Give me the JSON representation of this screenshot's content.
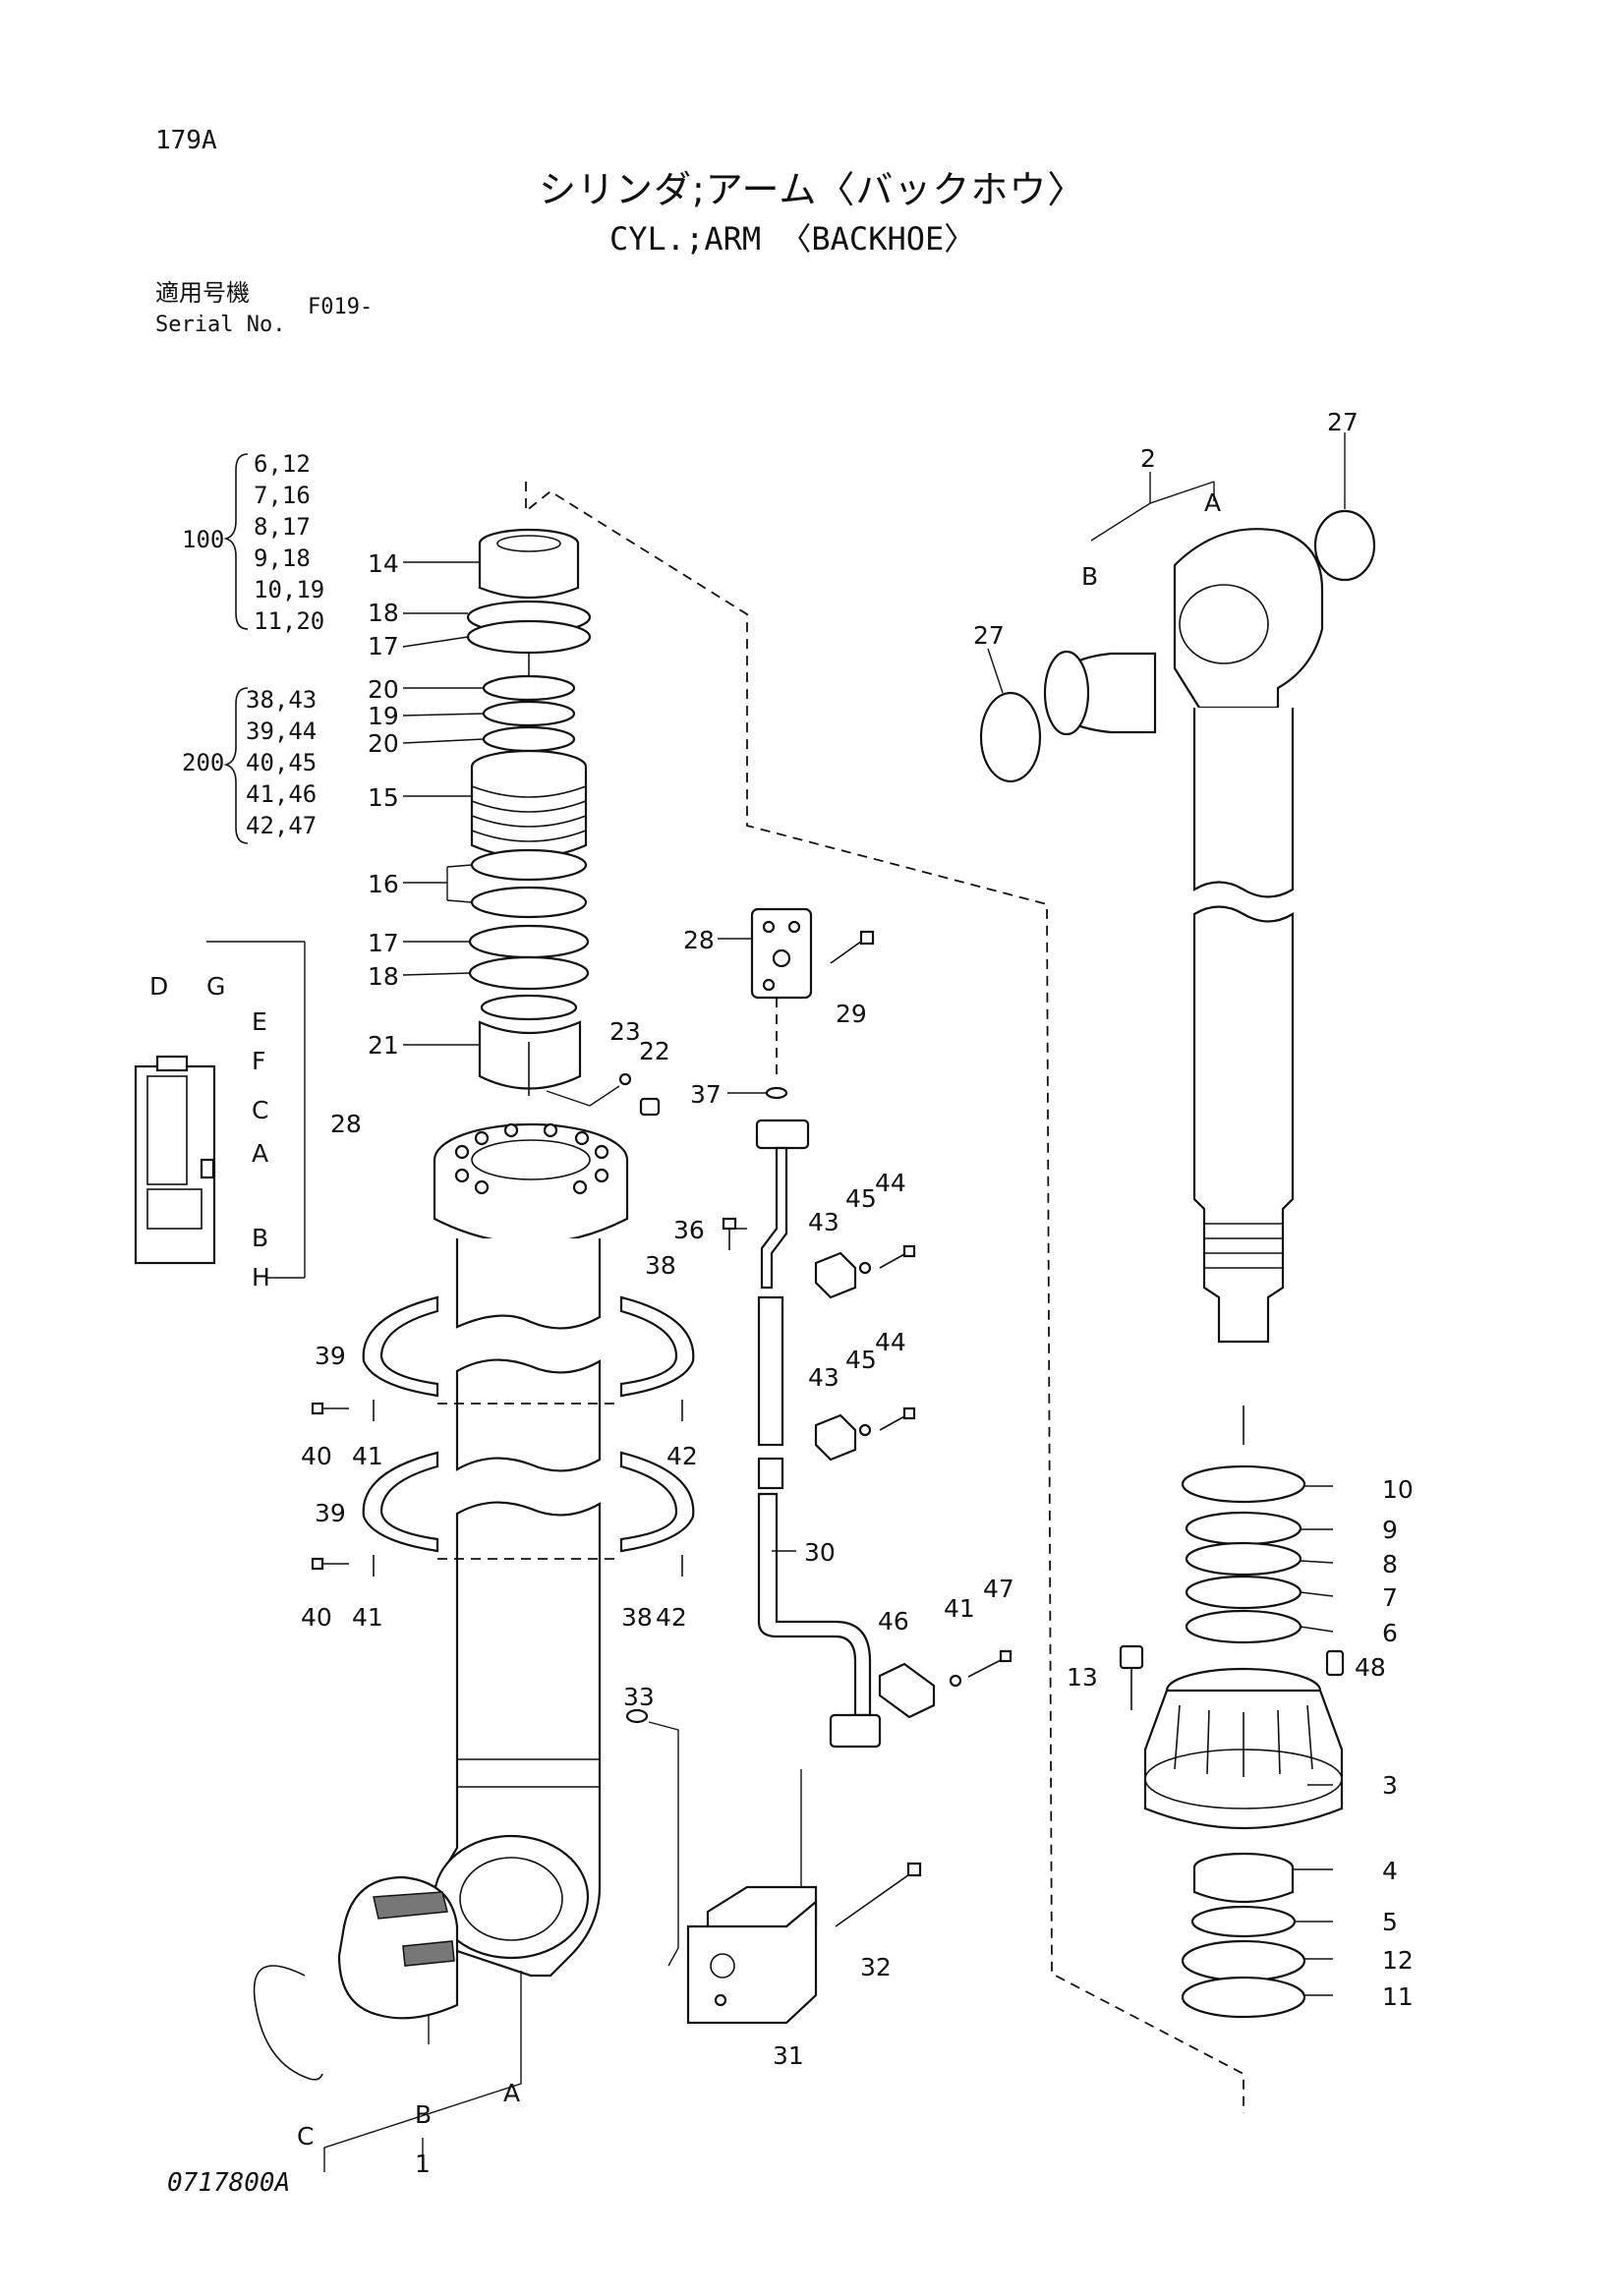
{
  "header": {
    "page_number": "179A",
    "title_ja": "シリンダ;アーム〈バックホウ〉",
    "title_en": "CYL.;ARM 〈BACKHOE〉",
    "serial_label_ja": "適用号機",
    "serial_label_en": "Serial No.",
    "serial_value": "F019-"
  },
  "kits": [
    {
      "label": "100",
      "items": [
        "6,12",
        "7,16",
        "8,17",
        "9,18",
        "10,19",
        "11,20"
      ]
    },
    {
      "label": "200",
      "items": [
        "38,43",
        "39,44",
        "40,45",
        "41,46",
        "42,47"
      ]
    }
  ],
  "callouts": [
    "14",
    "18",
    "17",
    "20",
    "19",
    "20",
    "15",
    "16",
    "17",
    "18",
    "21",
    "23",
    "22",
    "28",
    "29",
    "37",
    "36",
    "43",
    "45",
    "44",
    "38",
    "39",
    "40",
    "41",
    "42",
    "43",
    "45",
    "44",
    "39",
    "40",
    "41",
    "38",
    "42",
    "30",
    "46",
    "41",
    "47",
    "33",
    "32",
    "31",
    "A",
    "B",
    "C",
    "1",
    "2",
    "A",
    "B",
    "27",
    "27",
    "10",
    "9",
    "8",
    "7",
    "6",
    "13",
    "48",
    "3",
    "4",
    "5",
    "12",
    "11"
  ],
  "valve_detail": {
    "letters": [
      "D",
      "G",
      "E",
      "F",
      "C",
      "A",
      "B",
      "H"
    ],
    "ref": "28"
  },
  "footer": {
    "drawing_number": "0717800A"
  }
}
